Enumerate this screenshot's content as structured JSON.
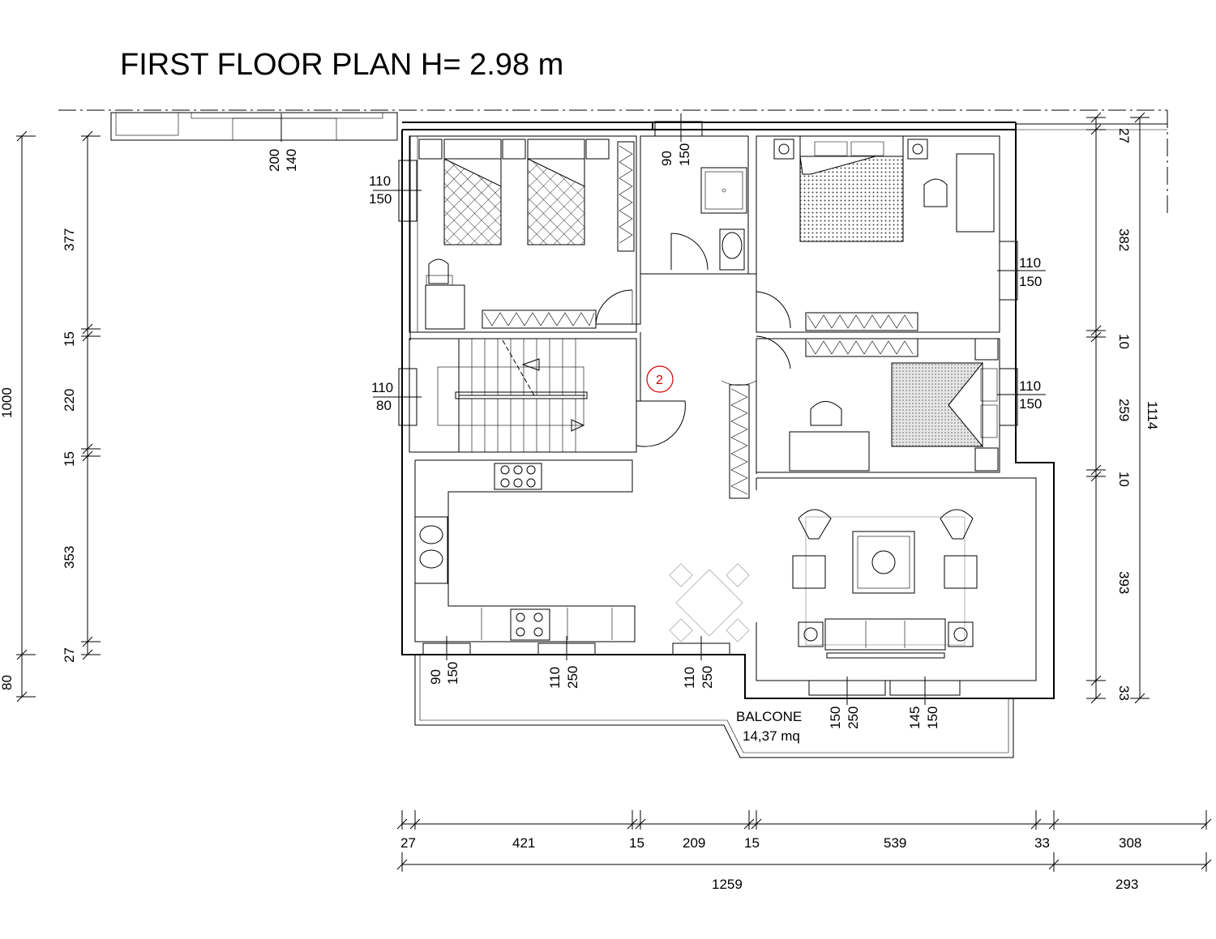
{
  "title": "FIRST FLOOR PLAN H= 2.98 m",
  "marker": "2",
  "balcony": {
    "name": "BALCONE",
    "area": "14,37 mq"
  },
  "openings": [
    {
      "w": "200",
      "h": "140"
    },
    {
      "w": "90",
      "h": "150"
    },
    {
      "w": "110",
      "h": "150"
    },
    {
      "w": "110",
      "h": "150"
    },
    {
      "w": "110",
      "h": "80"
    },
    {
      "w": "110",
      "h": "150"
    },
    {
      "w": "90",
      "h": "150"
    },
    {
      "w": "110",
      "h": "250"
    },
    {
      "w": "110",
      "h": "250"
    },
    {
      "w": "150",
      "h": "250"
    },
    {
      "w": "145",
      "h": "150"
    }
  ],
  "dims_left": [
    "377",
    "15",
    "220",
    "15",
    "353",
    "27"
  ],
  "dims_left_total": [
    "1000",
    "80"
  ],
  "dims_right": [
    "27",
    "382",
    "10",
    "259",
    "10",
    "393",
    "33"
  ],
  "dims_right_total": "1114",
  "dims_bottom": [
    "27",
    "421",
    "15",
    "209",
    "15",
    "539",
    "33",
    "308"
  ],
  "dims_bottom_total": [
    "1259",
    "293"
  ],
  "colors": {
    "lines": "#000000",
    "marker": "#d00000",
    "background": "#ffffff"
  }
}
